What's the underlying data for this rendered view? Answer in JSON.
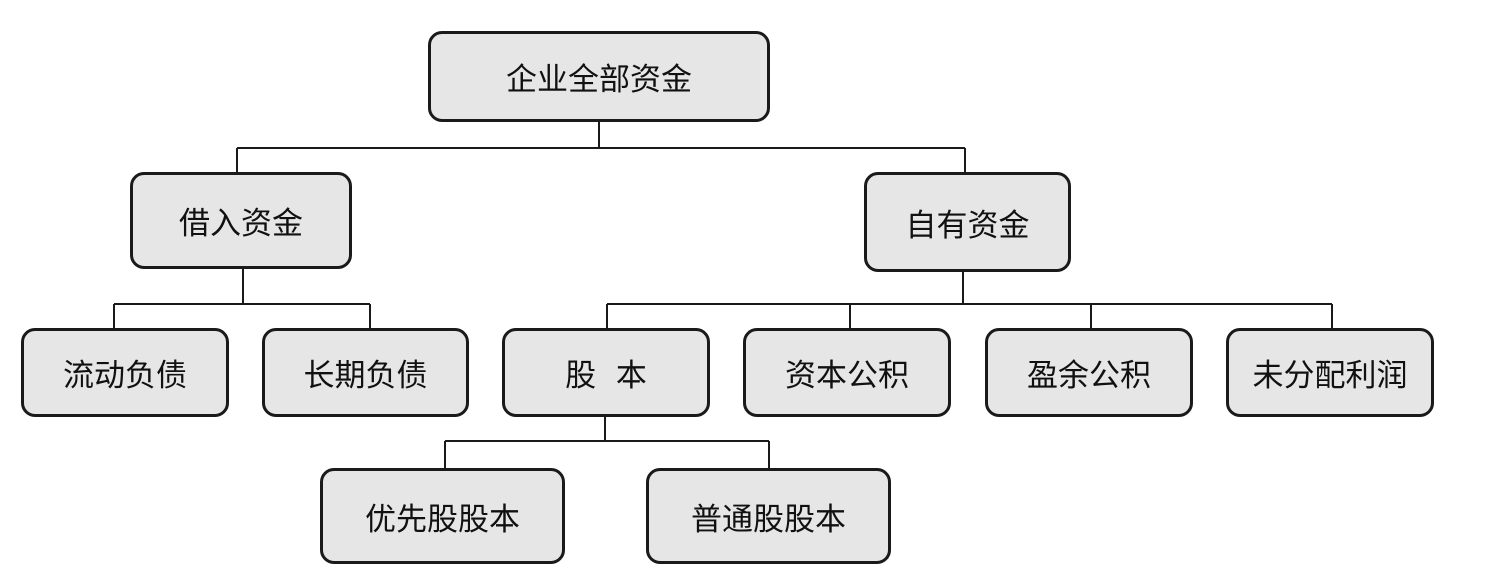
{
  "diagram": {
    "root": {
      "label": "企业全部资金"
    },
    "borrowed": {
      "label": "借入资金"
    },
    "owned": {
      "label": "自有资金"
    },
    "borrowed_children": {
      "current_liabilities": "流动负债",
      "long_term_liabilities": "长期负债"
    },
    "owned_children": {
      "share_capital": "股  本",
      "capital_reserve": "资本公积",
      "surplus_reserve": "盈余公积",
      "undistributed_profit": "未分配利润"
    },
    "share_capital_children": {
      "preferred": "优先股股本",
      "common": "普通股股本"
    }
  },
  "colors": {
    "box_fill": "#e6e6e6",
    "box_border": "#1a1a1a",
    "connector": "#1a1a1a",
    "text": "#111111"
  }
}
